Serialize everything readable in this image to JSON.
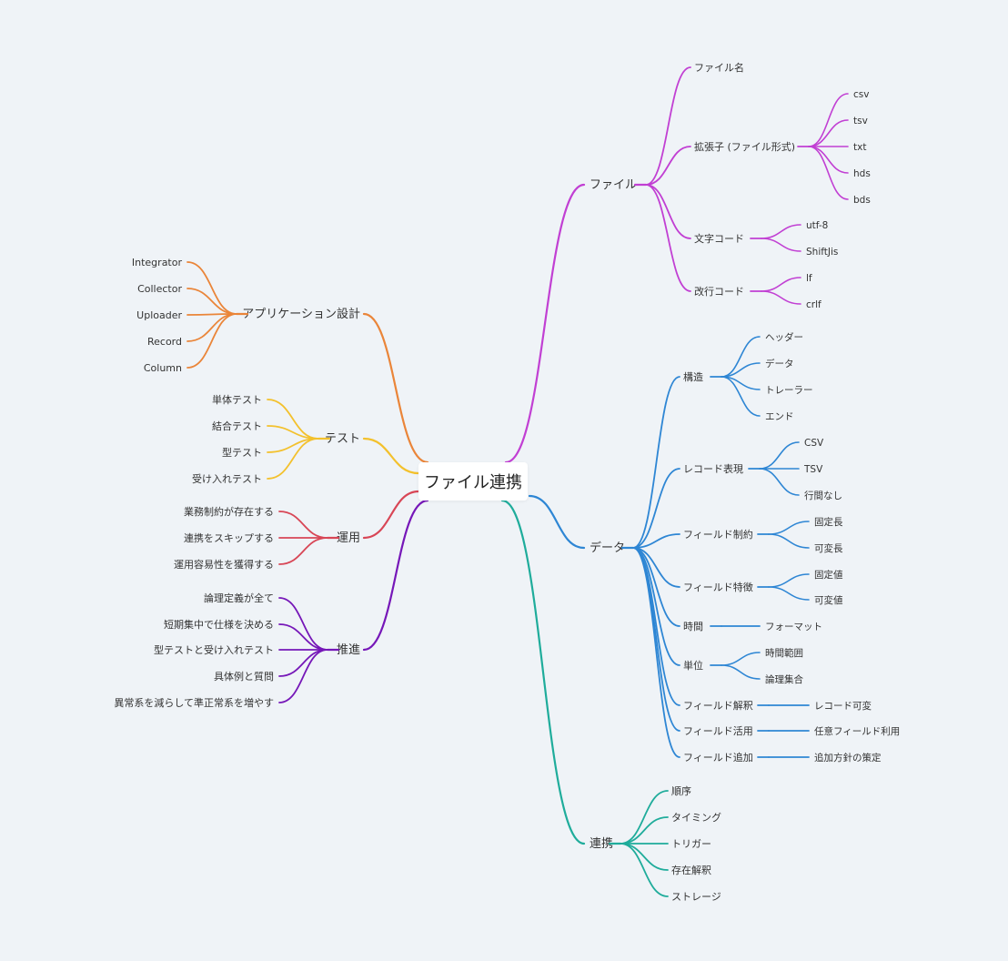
{
  "root": "ファイル連携",
  "branches": [
    {
      "key": "file",
      "label": "ファイル",
      "color": "#c13fd3",
      "children": [
        {
          "label": "ファイル名"
        },
        {
          "label": "拡張子 (ファイル形式)",
          "children": [
            "csv",
            "tsv",
            "txt",
            "hds",
            "bds"
          ]
        },
        {
          "label": "文字コード",
          "children": [
            "utf-8",
            "ShiftJis"
          ]
        },
        {
          "label": "改行コード",
          "children": [
            "lf",
            "crlf"
          ]
        }
      ]
    },
    {
      "key": "data",
      "label": "データ",
      "color": "#2e86d4",
      "children": [
        {
          "label": "構造",
          "children": [
            "ヘッダー",
            "データ",
            "トレーラー",
            "エンド"
          ]
        },
        {
          "label": "レコード表現",
          "children": [
            "CSV",
            "TSV",
            "行間なし"
          ]
        },
        {
          "label": "フィールド制約",
          "children": [
            "固定長",
            "可変長"
          ]
        },
        {
          "label": "フィールド特徴",
          "children": [
            "固定値",
            "可変値"
          ]
        },
        {
          "label": "時間",
          "children": [
            "フォーマット"
          ]
        },
        {
          "label": "単位",
          "children": [
            "時間範囲",
            "論理集合"
          ]
        },
        {
          "label": "フィールド解釈",
          "children": [
            "レコード可変"
          ]
        },
        {
          "label": "フィールド活用",
          "children": [
            "任意フィールド利用"
          ]
        },
        {
          "label": "フィールド追加",
          "children": [
            "追加方針の策定"
          ]
        }
      ]
    },
    {
      "key": "link",
      "label": "連携",
      "color": "#1fac9b",
      "children": [
        {
          "label": "順序"
        },
        {
          "label": "タイミング"
        },
        {
          "label": "トリガー"
        },
        {
          "label": "存在解釈"
        },
        {
          "label": "ストレージ"
        }
      ]
    },
    {
      "key": "app",
      "label": "アプリケーション設計",
      "color": "#ea8539",
      "children": [
        {
          "label": "Integrator"
        },
        {
          "label": "Collector"
        },
        {
          "label": "Uploader"
        },
        {
          "label": "Record"
        },
        {
          "label": "Column"
        }
      ]
    },
    {
      "key": "test",
      "label": "テスト",
      "color": "#f3c12d",
      "children": [
        {
          "label": "単体テスト"
        },
        {
          "label": "結合テスト"
        },
        {
          "label": "型テスト"
        },
        {
          "label": "受け入れテスト"
        }
      ]
    },
    {
      "key": "ops",
      "label": "運用",
      "color": "#d84656",
      "children": [
        {
          "label": "業務制約が存在する"
        },
        {
          "label": "連携をスキップする"
        },
        {
          "label": "運用容易性を獲得する"
        }
      ]
    },
    {
      "key": "push",
      "label": "推進",
      "color": "#7617b8",
      "children": [
        {
          "label": "論理定義が全て"
        },
        {
          "label": "短期集中で仕様を決める"
        },
        {
          "label": "型テストと受け入れテスト"
        },
        {
          "label": "具体例と質問"
        },
        {
          "label": "異常系を減らして準正常系を増やす"
        }
      ]
    }
  ]
}
